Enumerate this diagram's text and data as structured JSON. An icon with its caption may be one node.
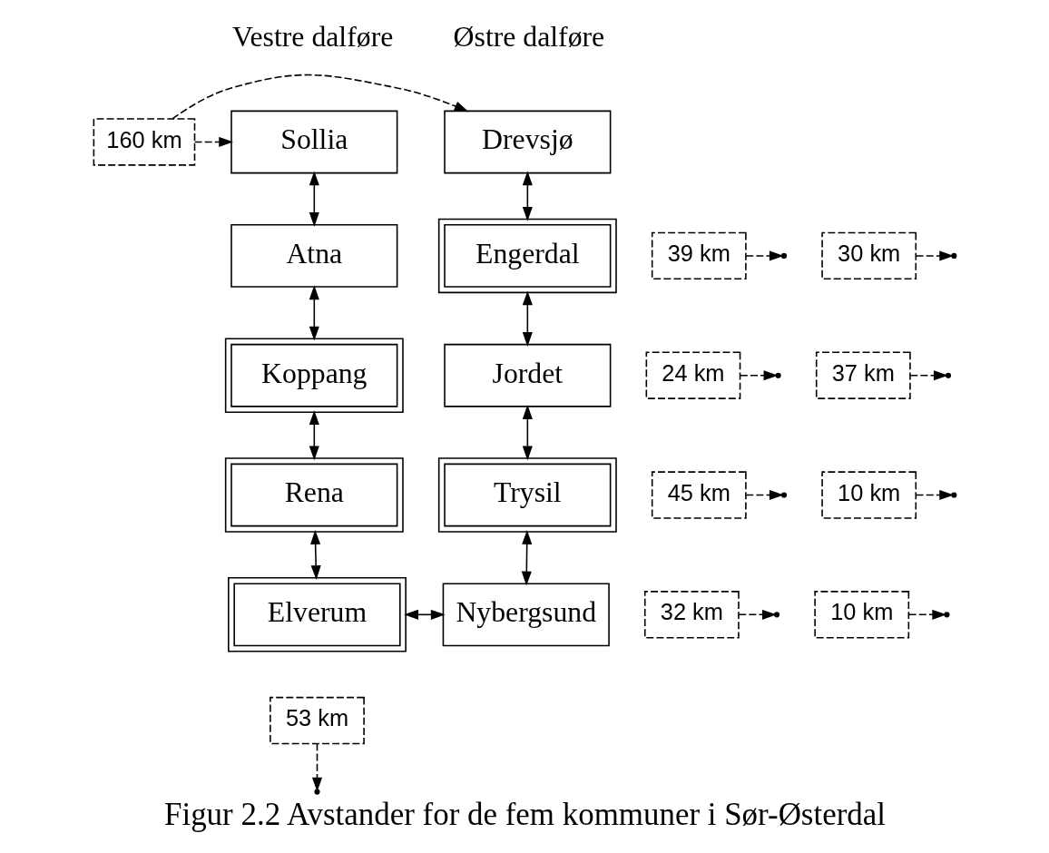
{
  "diagram": {
    "caption": "Figur 2.2 Avstander for de fem kommuner i Sør-Østerdal",
    "nodes": [
      {
        "text": [
          "Sollia"
        ]
      },
      {
        "text": [
          "Atna"
        ]
      },
      {
        "text": [
          "Koppang"
        ]
      },
      {
        "text": [
          "Rena"
        ]
      },
      {
        "text": [
          "Elverum"
        ]
      },
      {
        "text": [
          "Drevsjø"
        ]
      },
      {
        "text": [
          "Engerdal"
        ]
      },
      {
        "text": [
          "Jordet"
        ]
      },
      {
        "text": [
          "Trysil"
        ]
      },
      {
        "text": [
          "Nybergsund"
        ]
      },
      {
        "text": [
          "160 km"
        ]
      },
      {
        "text": [
          "39 km"
        ]
      },
      {
        "text": [
          "24 km"
        ]
      },
      {
        "text": [
          "45 km"
        ]
      },
      {
        "text": [
          "32 km"
        ]
      },
      {
        "text": [
          "30 km"
        ]
      },
      {
        "text": [
          "37 km"
        ]
      },
      {
        "text": [
          "10 km"
        ]
      },
      {
        "text": [
          "10 km"
        ]
      },
      {
        "text": [
          "53 km"
        ]
      }
    ],
    "edges": [
      {
        "from": 0,
        "to": 1,
        "arrow": "both"
      },
      {
        "from": 1,
        "to": 2,
        "arrow": "both"
      },
      {
        "from": 2,
        "to": 3,
        "arrow": "both"
      },
      {
        "from": 3,
        "to": 4,
        "arrow": "both"
      },
      {
        "from": 4,
        "to": 9,
        "arrow": "both"
      },
      {
        "from": 5,
        "to": 6,
        "arrow": "both"
      },
      {
        "from": 6,
        "to": 7,
        "arrow": "both"
      },
      {
        "from": 7,
        "to": 8,
        "arrow": "both"
      },
      {
        "from": 8,
        "to": 9,
        "arrow": "both"
      },
      {
        "from": 10,
        "to": 0,
        "arrow": "to",
        "style": "dashed"
      },
      {
        "from": 10,
        "to": 5,
        "arrow": "to",
        "style": "dashed"
      },
      {
        "from": 11,
        "to": null,
        "arrow": "to",
        "style": "dashed"
      },
      {
        "from": 12,
        "to": null,
        "arrow": "to",
        "style": "dashed"
      },
      {
        "from": 13,
        "to": null,
        "arrow": "to",
        "style": "dashed"
      },
      {
        "from": 14,
        "to": null,
        "arrow": "to",
        "style": "dashed"
      },
      {
        "from": 15,
        "to": null,
        "arrow": "to",
        "style": "dashed"
      },
      {
        "from": 16,
        "to": null,
        "arrow": "to",
        "style": "dashed"
      },
      {
        "from": 17,
        "to": null,
        "arrow": "to",
        "style": "dashed"
      },
      {
        "from": 18,
        "to": null,
        "arrow": "to",
        "style": "dashed"
      },
      {
        "from": 19,
        "to": null,
        "arrow": "to",
        "style": "dashed"
      }
    ],
    "labels": [
      "Vestre dalføre",
      "Østre dalføre"
    ]
  }
}
